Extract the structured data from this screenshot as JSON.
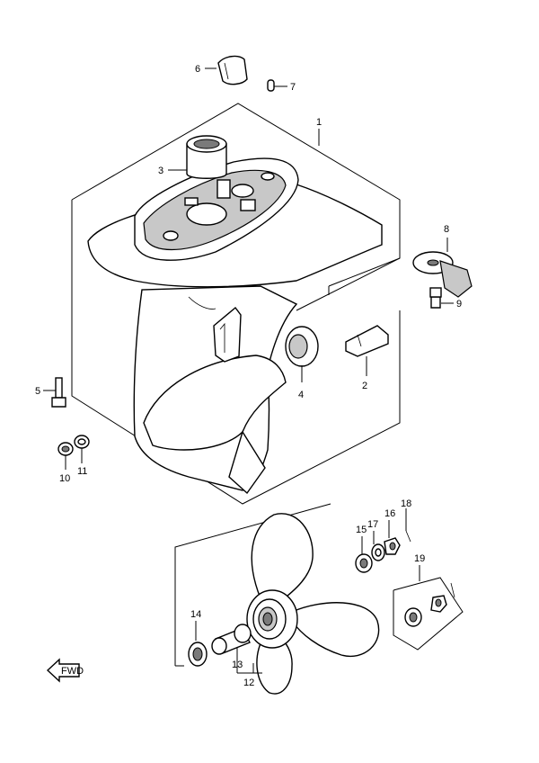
{
  "diagram": {
    "callouts": {
      "p1": "1",
      "p2": "2",
      "p3": "3",
      "p4": "4",
      "p5": "5",
      "p6": "6",
      "p7": "7",
      "p8": "8",
      "p9": "9",
      "p10": "10",
      "p11": "11",
      "p12": "12",
      "p13": "13",
      "p14": "14",
      "p15": "15",
      "p16": "16",
      "p17": "17",
      "p18": "18",
      "p19": "19"
    },
    "fwd_label": "FWD"
  }
}
